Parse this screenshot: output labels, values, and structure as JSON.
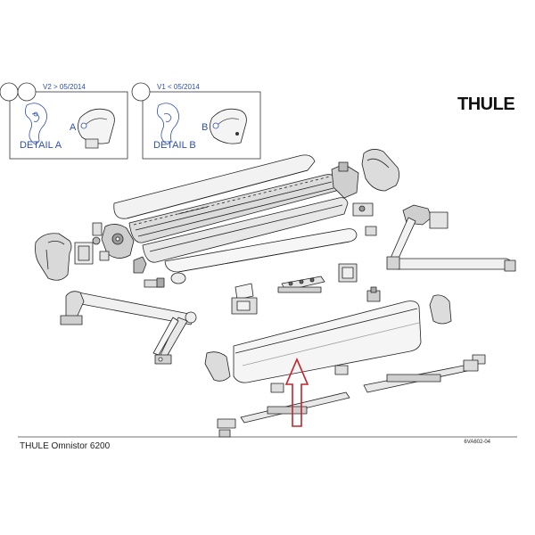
{
  "brand": {
    "name": "THULE"
  },
  "details": [
    {
      "version": "V2 > 05/2014",
      "title": "DETAIL A",
      "marker": "A"
    },
    {
      "version": "V1 < 05/2014",
      "title": "DETAIL B",
      "marker": "B"
    }
  ],
  "footer": {
    "caption": "THULE Omnistor 6200",
    "code": "6VA602-04"
  },
  "colors": {
    "indicator_arrow": "#c0262c",
    "detail_text": "#2f4fa8",
    "line": "#222222"
  },
  "icons": {
    "indicator": "up-arrow-outline"
  }
}
